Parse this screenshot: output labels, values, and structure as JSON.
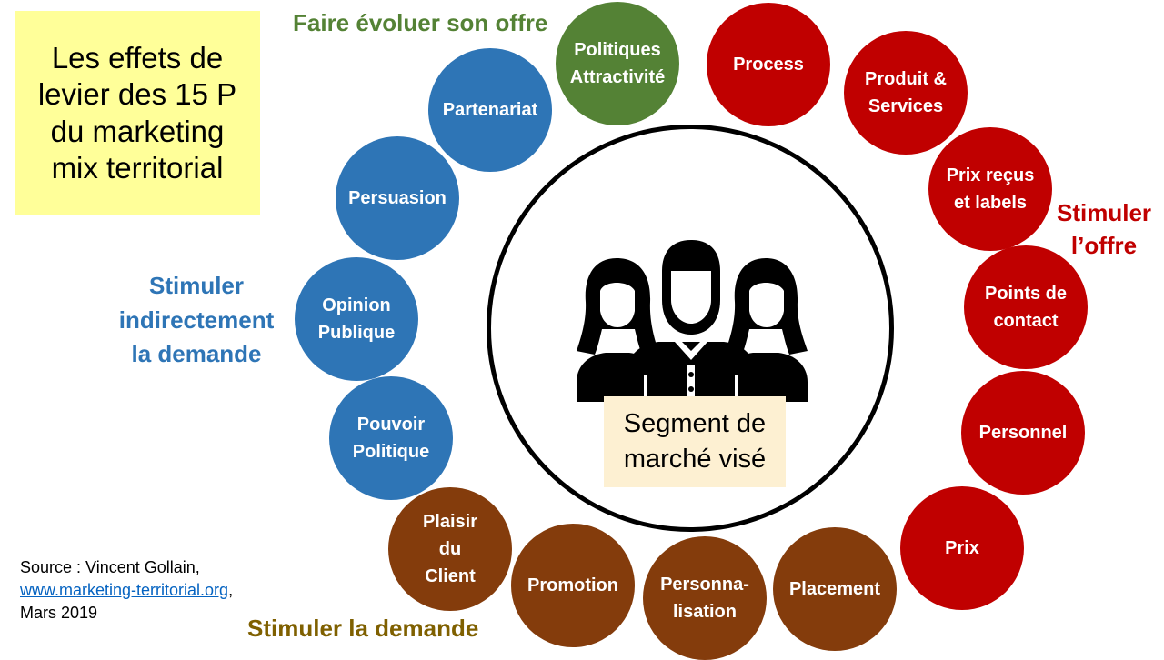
{
  "title": {
    "lines": [
      "Les effets de",
      "levier des 15 P",
      "du marketing",
      "mix territorial"
    ]
  },
  "groups": {
    "faire_evoluer": {
      "text": "Faire évoluer son offre",
      "color": "#548235"
    },
    "stimuler_offre": {
      "lines": [
        "Stimuler",
        "l’offre"
      ],
      "color": "#c00000"
    },
    "stimuler_indirectement": {
      "lines": [
        "Stimuler",
        "indirectement",
        "la demande"
      ],
      "color": "#2e75b6"
    },
    "stimuler_demande": {
      "text": "Stimuler la demande",
      "color": "#7f6000"
    }
  },
  "colors": {
    "green": "#548235",
    "red": "#c00000",
    "blue": "#2e75b6",
    "brown": "#843c0c",
    "highlight": "#ffff99",
    "segment_bg": "#fdf0d2"
  },
  "circles": {
    "politiques": [
      "Politiques",
      "Attractivité"
    ],
    "process": [
      "Process"
    ],
    "produit": [
      "Produit &",
      "Services"
    ],
    "prix_recus": [
      "Prix reçus",
      "et labels"
    ],
    "points_contact": [
      "Points de",
      "contact"
    ],
    "personnel": [
      "Personnel"
    ],
    "prix": [
      "Prix"
    ],
    "placement": [
      "Placement"
    ],
    "personnalisation": [
      "Personna-",
      "lisation"
    ],
    "promotion": [
      "Promotion"
    ],
    "plaisir": [
      "Plaisir",
      "du",
      "Client"
    ],
    "pouvoir": [
      "Pouvoir",
      "Politique"
    ],
    "opinion": [
      "Opinion",
      "Publique"
    ],
    "persuasion": [
      "Persuasion"
    ],
    "partenariat": [
      "Partenariat"
    ]
  },
  "center": {
    "icon": "group-of-people-icon",
    "lines": [
      "Segment de",
      "marché visé"
    ]
  },
  "source": {
    "line1": "Source : Vincent Gollain,",
    "link": "www.marketing-territorial.org",
    "suffix": ",",
    "line3": "Mars 2019"
  }
}
